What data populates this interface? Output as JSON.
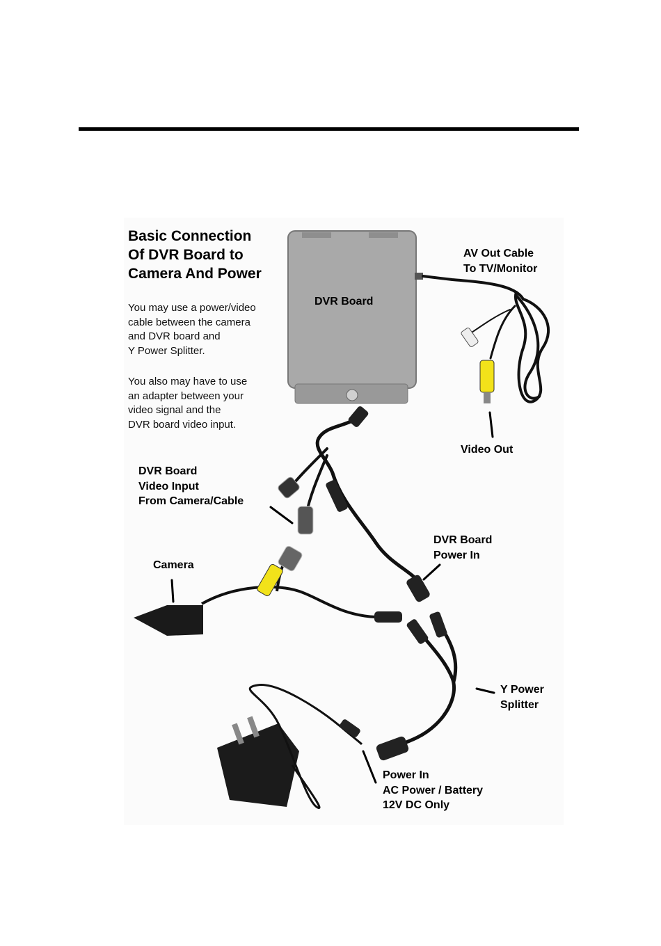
{
  "title": "Basic Connection\nOf DVR Board to\nCamera And Power",
  "paragraphs": [
    "You may use a power/video\ncable between the camera\nand DVR board and\nY Power Splitter.",
    "You also may have to use\nan adapter between your\nvideo signal and the\nDVR board video input."
  ],
  "labels": {
    "dvr_board": "DVR Board",
    "av_out": "AV Out Cable\nTo TV/Monitor",
    "video_out": "Video Out",
    "video_input": "DVR Board\nVideo Input\nFrom Camera/Cable",
    "power_in_board": "DVR Board\nPower In",
    "camera": "Camera",
    "y_splitter": "Y Power\nSplitter",
    "power_in": "Power In\nAC Power / Battery\n12V DC Only"
  },
  "colors": {
    "enclosure": "#a9a9a9",
    "rca_yellow": "#f2e21a",
    "cable": "#111111"
  }
}
